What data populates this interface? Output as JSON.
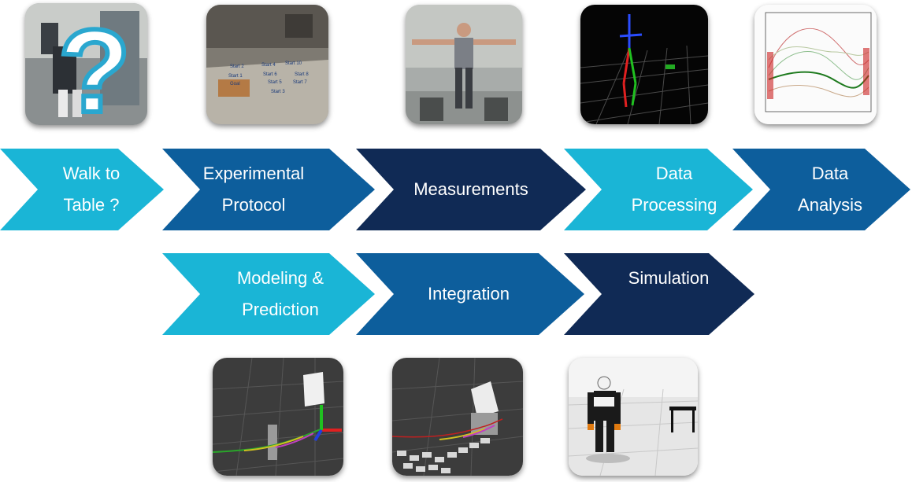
{
  "colors": {
    "cyan": "#1ab5d6",
    "mid_blue": "#0d5e9c",
    "navy": "#102a55"
  },
  "top_row": [
    {
      "line1": "Walk to",
      "line2": "Table ?",
      "color": "cyan"
    },
    {
      "line1": "Experimental",
      "line2": "Protocol",
      "color": "mid_blue"
    },
    {
      "line1": "Measurements",
      "line2": "",
      "color": "navy"
    },
    {
      "line1": "Data",
      "line2": "Processing",
      "color": "cyan"
    },
    {
      "line1": "Data",
      "line2": "Analysis",
      "color": "mid_blue"
    }
  ],
  "bottom_row": [
    {
      "line1": "Modeling &",
      "line2": "Prediction",
      "color": "cyan"
    },
    {
      "line1": "Integration",
      "line2": "",
      "color": "mid_blue"
    },
    {
      "line1": "Simulation",
      "line2": "",
      "color": "navy"
    }
  ],
  "photo_text": {
    "question_mark": "?",
    "lab_labels": [
      "Start 2",
      "Start 4",
      "Start 10",
      "Start 1",
      "Start 6",
      "Start 8",
      "Start 5",
      "Start 3",
      "Start 7",
      "Goal"
    ]
  }
}
